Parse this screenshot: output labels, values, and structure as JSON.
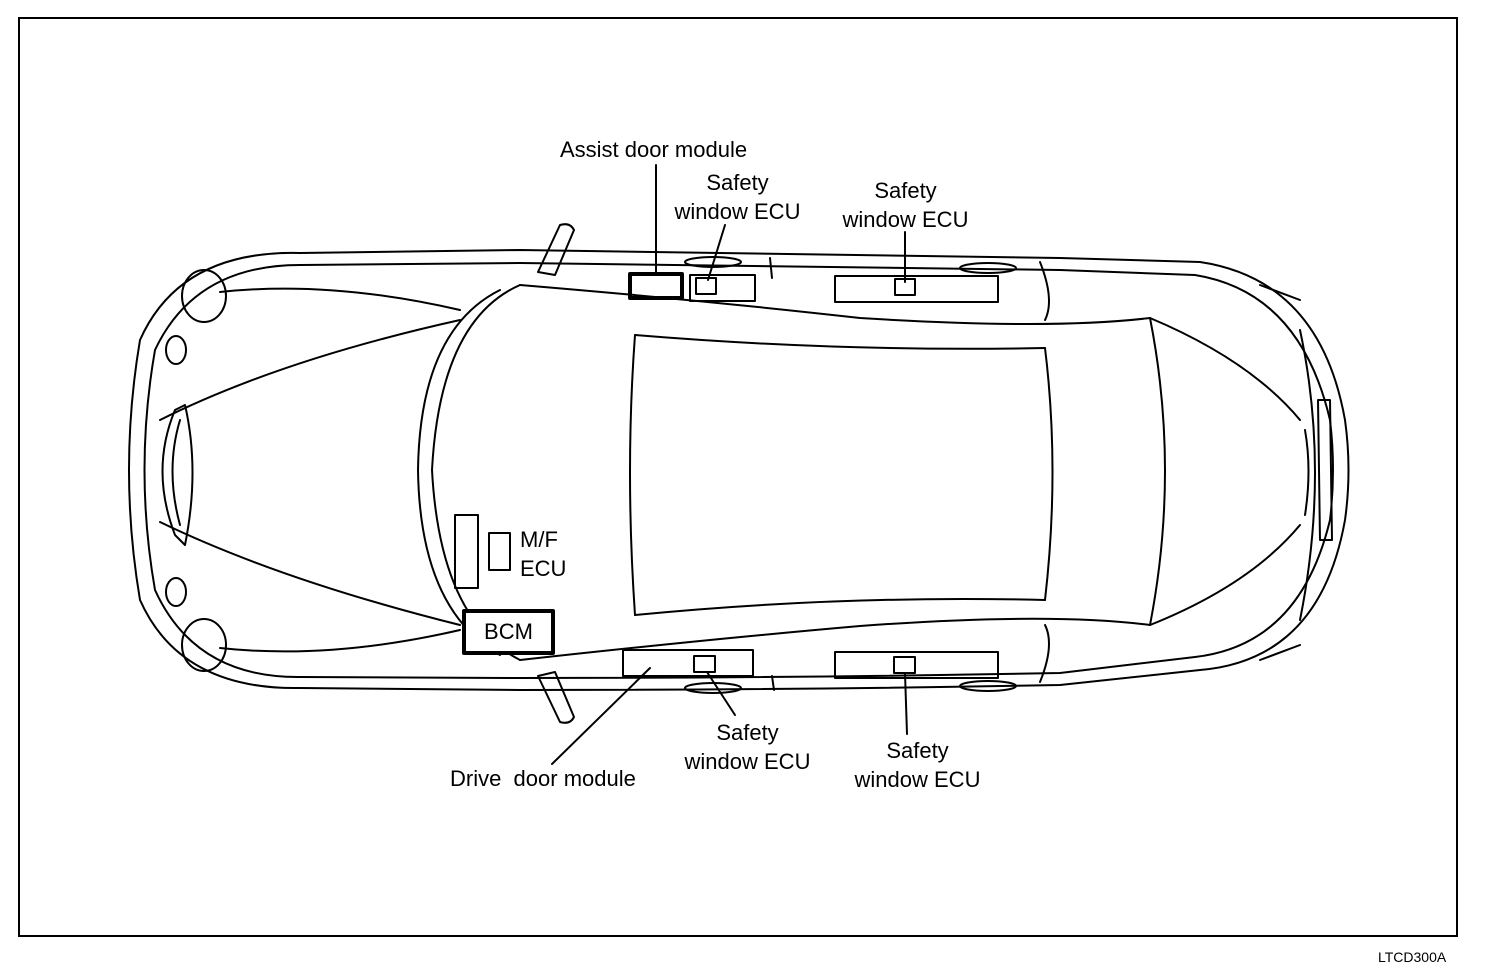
{
  "labels": {
    "assist_door_module": "Assist door module",
    "safety_window_ecu_top_front": [
      "Safety",
      "window ECU"
    ],
    "safety_window_ecu_top_rear": [
      "Safety",
      "window ECU"
    ],
    "mf_ecu": [
      "M/F",
      "ECU"
    ],
    "bcm": "BCM",
    "drive_door_module": "Drive  door module",
    "safety_window_ecu_bottom_front": [
      "Safety",
      "window ECU"
    ],
    "safety_window_ecu_bottom_rear": [
      "Safety",
      "window ECU"
    ]
  },
  "figure_code": "LTCD300A"
}
